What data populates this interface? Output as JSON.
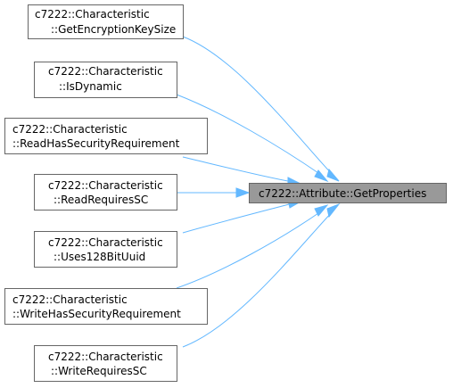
{
  "target": {
    "label": "c7222::Attribute::GetProperties"
  },
  "callers": [
    {
      "line1": "c7222::Characteristic",
      "line2": "::GetEncryptionKeySize"
    },
    {
      "line1": "c7222::Characteristic",
      "line2": "::IsDynamic"
    },
    {
      "line1": "c7222::Characteristic",
      "line2": "::ReadHasSecurityRequirement"
    },
    {
      "line1": "c7222::Characteristic",
      "line2": "::ReadRequiresSC"
    },
    {
      "line1": "c7222::Characteristic",
      "line2": "::Uses128BitUuid"
    },
    {
      "line1": "c7222::Characteristic",
      "line2": "::WriteHasSecurityRequirement"
    },
    {
      "line1": "c7222::Characteristic",
      "line2": "::WriteRequiresSC"
    }
  ],
  "colors": {
    "edge": "#63b8ff",
    "node_border": "#666666",
    "target_fill": "#999999"
  }
}
